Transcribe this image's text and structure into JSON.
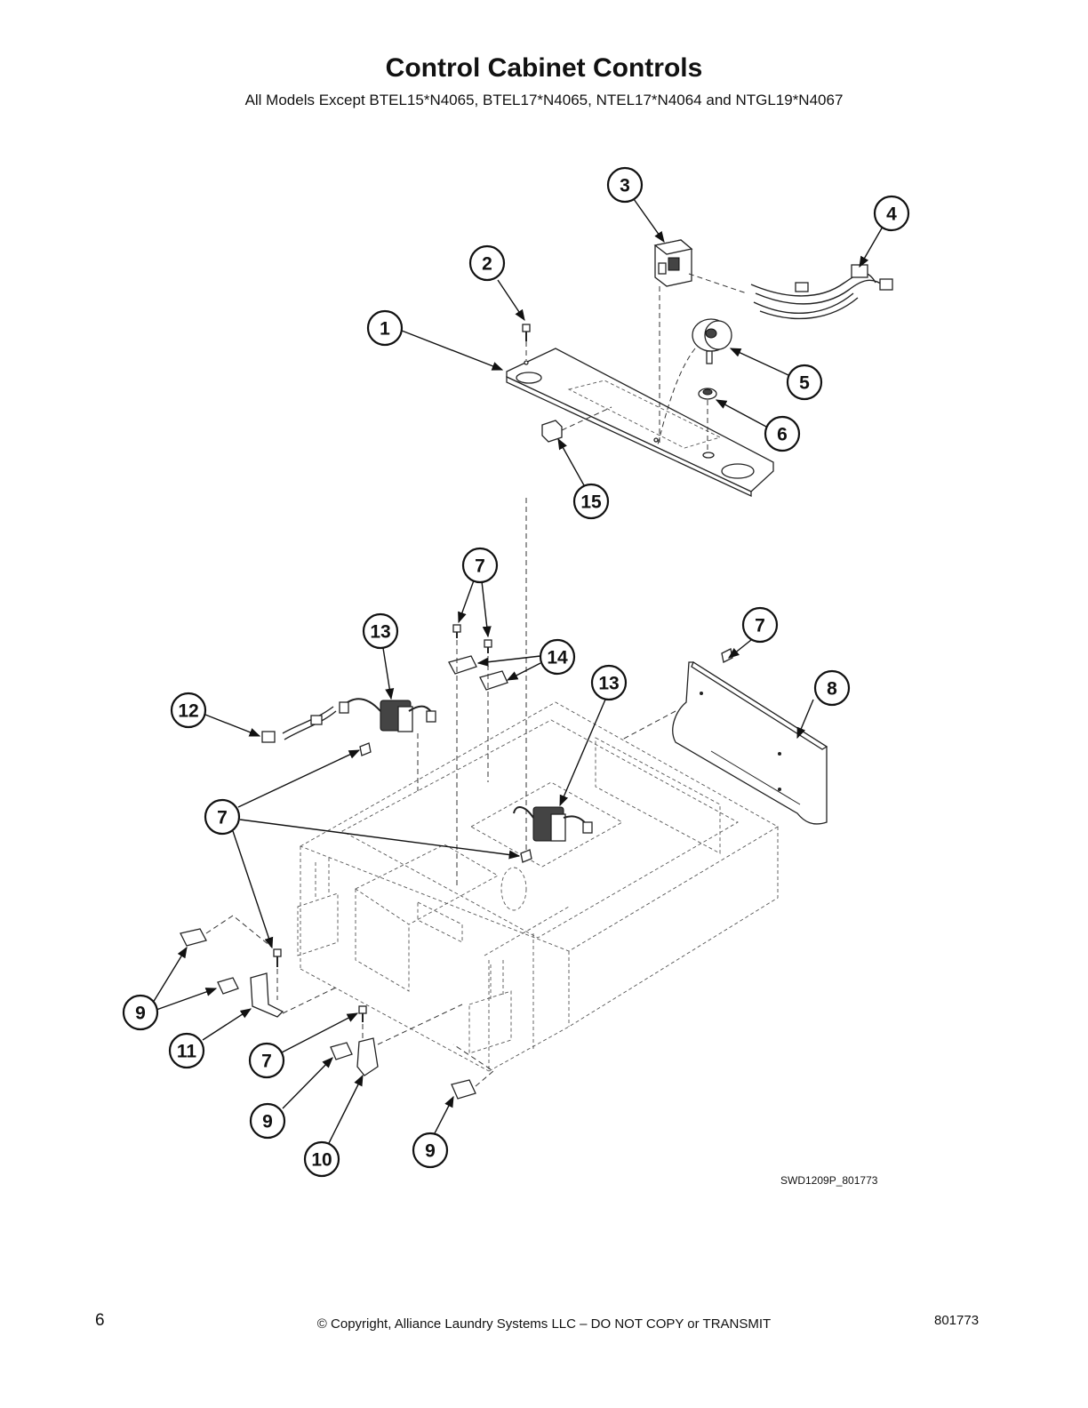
{
  "header": {
    "title": "Control Cabinet Controls",
    "subtitle": "All Models Except BTEL15*N4065, BTEL17*N4065, NTEL17*N4064 and NTGL19*N4067"
  },
  "figure": {
    "code": "SWD1209P_801773"
  },
  "footer": {
    "page_number": "6",
    "copyright": "© Copyright, Alliance Laundry Systems LLC – DO NOT COPY or TRANSMIT",
    "doc_number": "801773"
  },
  "callouts": [
    {
      "id": "c1",
      "label": "1"
    },
    {
      "id": "c2",
      "label": "2"
    },
    {
      "id": "c3",
      "label": "3"
    },
    {
      "id": "c4",
      "label": "4"
    },
    {
      "id": "c5",
      "label": "5"
    },
    {
      "id": "c6",
      "label": "6"
    },
    {
      "id": "c15",
      "label": "15"
    },
    {
      "id": "c7a",
      "label": "7"
    },
    {
      "id": "c13a",
      "label": "13"
    },
    {
      "id": "c14",
      "label": "14"
    },
    {
      "id": "c7b",
      "label": "7"
    },
    {
      "id": "c8",
      "label": "8"
    },
    {
      "id": "c12",
      "label": "12"
    },
    {
      "id": "c13b",
      "label": "13"
    },
    {
      "id": "c7c",
      "label": "7"
    },
    {
      "id": "c9a",
      "label": "9"
    },
    {
      "id": "c11",
      "label": "11"
    },
    {
      "id": "c7d",
      "label": "7"
    },
    {
      "id": "c9b",
      "label": "9"
    },
    {
      "id": "c10",
      "label": "10"
    },
    {
      "id": "c9c",
      "label": "9"
    }
  ]
}
